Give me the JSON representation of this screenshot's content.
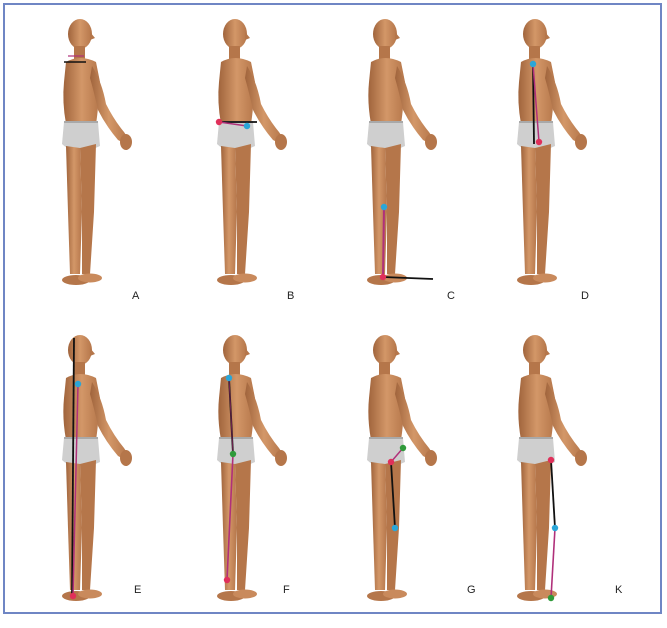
{
  "figure": {
    "border_color": "#6f86c4",
    "skin_color": "#c98a5c",
    "skin_shadow": "#a0643c",
    "underwear_color": "#cfcfcf",
    "line_colors": {
      "reference": "#111111",
      "segment": "#b0307a",
      "joint_pink": "#e0305a",
      "joint_blue": "#2aa6d8",
      "joint_green": "#2f9a3a"
    }
  },
  "panels": [
    {
      "id": "A",
      "label": "A"
    },
    {
      "id": "B",
      "label": "B"
    },
    {
      "id": "C",
      "label": "C"
    },
    {
      "id": "D",
      "label": "D"
    },
    {
      "id": "E",
      "label": "E"
    },
    {
      "id": "F",
      "label": "F"
    },
    {
      "id": "G",
      "label": "G"
    },
    {
      "id": "K",
      "label": "K"
    }
  ]
}
